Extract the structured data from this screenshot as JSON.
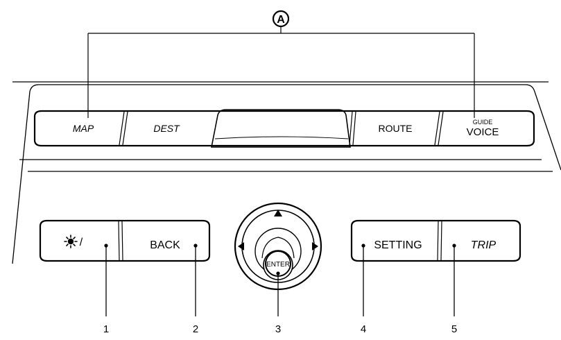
{
  "callout": {
    "letter": "A"
  },
  "top_row": {
    "map_label": "MAP",
    "dest_label": "DEST",
    "route_label": "ROUTE",
    "guide_label": "GUIDE",
    "voice_label": "VOICE"
  },
  "bottom_row": {
    "day_night_separator": "/",
    "back_label": "BACK",
    "setting_label": "SETTING",
    "trip_label": "TRIP"
  },
  "joystick": {
    "enter_label": "ENTER"
  },
  "numbers": {
    "n1": "1",
    "n2": "2",
    "n3": "3",
    "n4": "4",
    "n5": "5"
  }
}
